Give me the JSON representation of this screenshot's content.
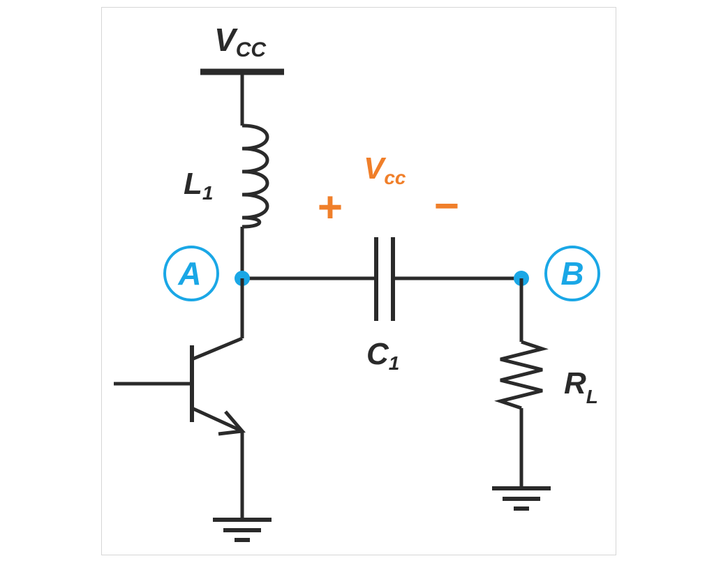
{
  "colors": {
    "wire": "#2a2a2a",
    "node": "#1aa7e6",
    "accent": "#f07f2a",
    "border": "#d6d6d6"
  },
  "labels": {
    "vcc_supply_main": "V",
    "vcc_supply_sub": "CC",
    "inductor_main": "L",
    "inductor_sub": "1",
    "cap_voltage_main": "V",
    "cap_voltage_sub": "cc",
    "plus": "+",
    "minus": "−",
    "node_a": "A",
    "node_b": "B",
    "capacitor_main": "C",
    "capacitor_sub": "1",
    "resistor_main": "R",
    "resistor_sub": "L"
  }
}
